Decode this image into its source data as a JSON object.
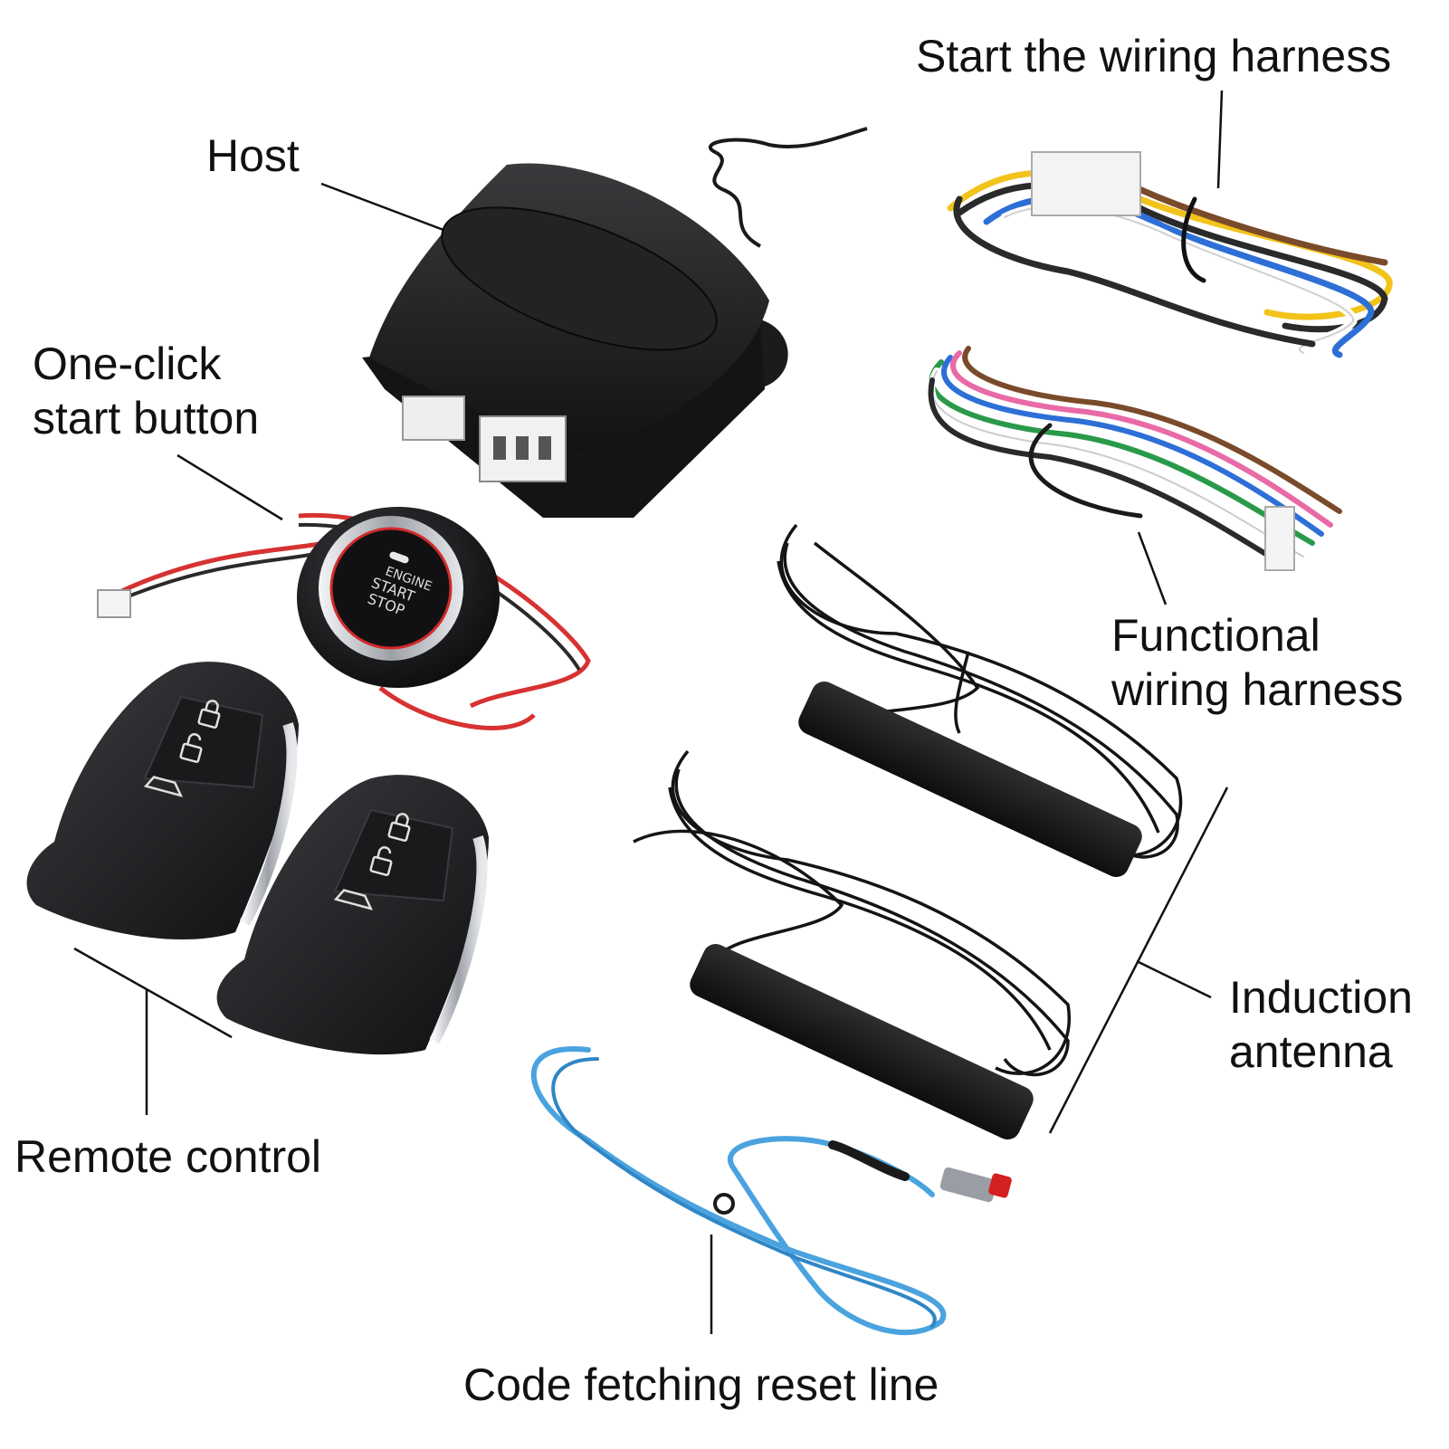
{
  "labels": {
    "host": "Host",
    "start_button": [
      "One-click",
      "start button"
    ],
    "start_harness": "Start the wiring harness",
    "functional_harness": [
      "Functional",
      "wiring harness"
    ],
    "antenna": [
      "Induction",
      "antenna"
    ],
    "remote": "Remote control",
    "reset_line": "Code fetching reset line"
  },
  "device_text": {
    "button_legend": [
      "ENGINE",
      "START",
      "STOP"
    ]
  },
  "colors": {
    "background": "#ffffff",
    "label_text": "#111111",
    "device_body": "#1c1c1e",
    "button_ring": "#c9ccd1",
    "button_accent": "#d22a2a",
    "reset_wire": "#4aa3df",
    "reset_cap": "#d42020"
  },
  "icons": {
    "remote_buttons": [
      "lock-icon",
      "unlock-icon",
      "car-trunk-icon"
    ]
  }
}
